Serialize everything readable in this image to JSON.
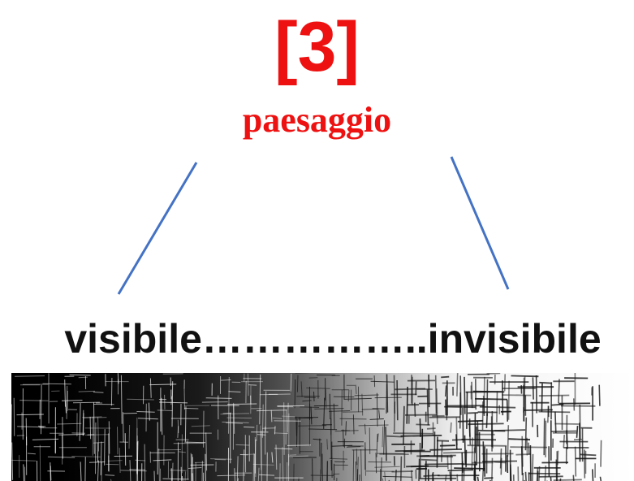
{
  "diagram": {
    "number": "[3]",
    "subtitle": "paesaggio",
    "spectrum_label": "visibile……………..invisibile",
    "colors": {
      "accent_red": "#ee1111",
      "connector_blue": "#4472c4",
      "text_dark": "#111111"
    }
  }
}
